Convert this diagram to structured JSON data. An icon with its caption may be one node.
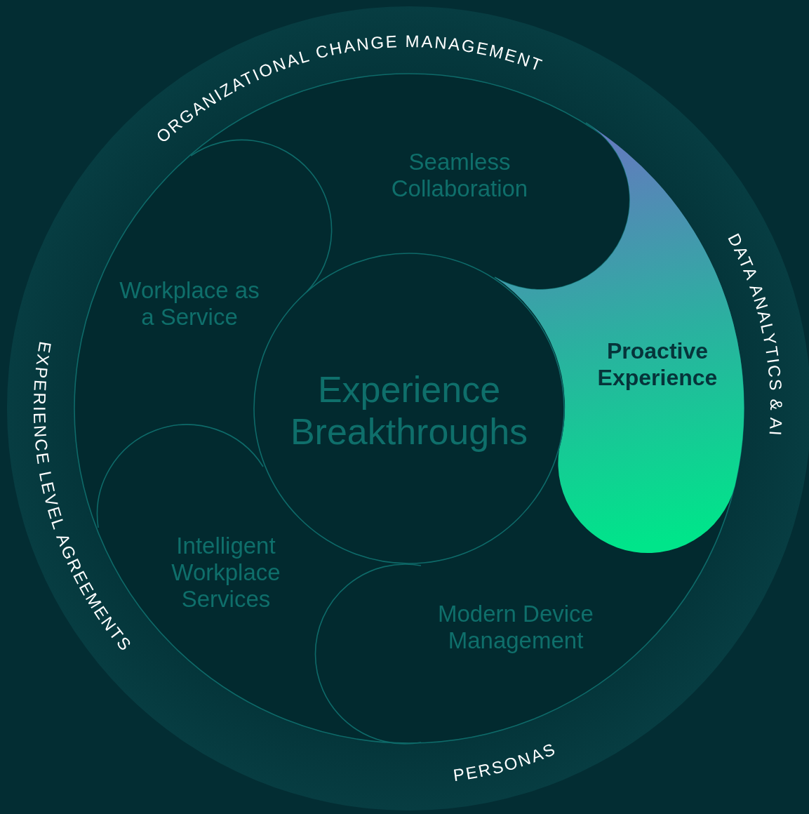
{
  "diagram": {
    "nodes": [
      {
        "text": [],
        "shape": "circle"
      },
      {
        "text": [
          "Seamless Collaboration"
        ],
        "in": 0
      },
      {
        "text": [
          "Workplace as a Service"
        ],
        "in": 0
      },
      {
        "text": [
          "Proactive Experience"
        ],
        "in": 0
      },
      {
        "text": [
          "Experience Breakthroughs"
        ],
        "in": 0
      },
      {
        "text": [
          "Intelligent Workplace Services"
        ],
        "in": 0
      },
      {
        "text": [
          "Modern Device Management"
        ],
        "in": 0
      }
    ],
    "edges": [],
    "labels": [
      "ORGANIZATIONAL CHANGE MANAGEMENT",
      "DATA ANALYTICS & AI",
      "PERSONAS",
      "EXPERIENCE LEVEL AGREEMENTS"
    ]
  }
}
